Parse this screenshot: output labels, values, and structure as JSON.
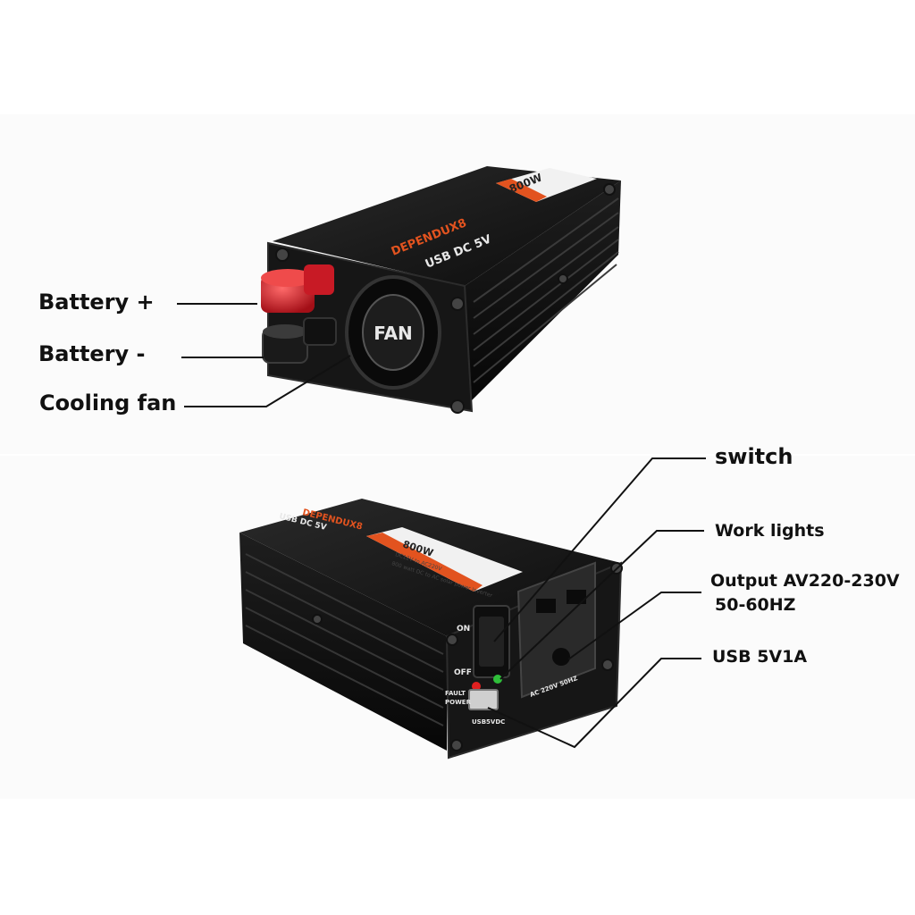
{
  "callouts": {
    "battery_plus": "Battery +",
    "battery_minus": "Battery -",
    "cooling_fan": "Cooling fan",
    "switch": "switch",
    "work_lights": "Work lights",
    "output_line1": "Output AV220-230V",
    "output_line2": "50-60HZ",
    "usb": "USB 5V1A"
  },
  "top_unit": {
    "brand": "DEPENDUX8",
    "usb_label": "USB DC 5V",
    "wattage": "800W",
    "fan_label": "FAN"
  },
  "bottom_unit": {
    "brand": "DEPENDUX8",
    "usb_label": "USB DC 5V",
    "wattage": "800W",
    "spec_line1": "DC12V to AC220V",
    "spec_line2": "800 watt DC to AC solar power inverter",
    "switch_on": "ON",
    "switch_off": "OFF",
    "fault_label": "FAULT",
    "power_label": "POWER",
    "usb_port_label": "USB5VDC",
    "outlet_label": "AC 220V 50HZ"
  },
  "colors": {
    "body": "#121212",
    "label_accent": "#e2531f",
    "terminal_red": "#d8202c",
    "led_red": "#e02020",
    "led_green": "#2fbf3a"
  }
}
